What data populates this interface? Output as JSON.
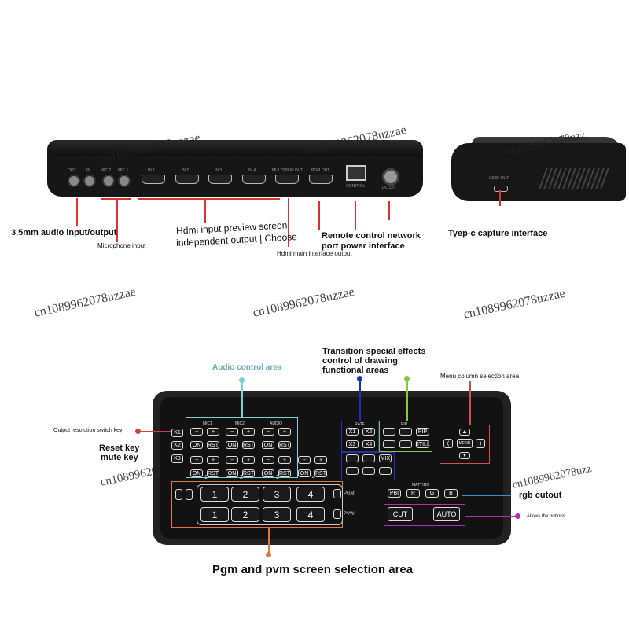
{
  "watermark": "cn1089962078uzzae",
  "watermark_alt": "cn1089962078uzz",
  "top_labels": {
    "audio_io": "3.5mm audio input/output",
    "microphone": "Microphone input",
    "hdmi_preview_1": "Hdmi input preview screen",
    "hdmi_preview_2": "independent output | Choose",
    "hdmi_main": "Hdmi main interface output",
    "remote_1": "Remote control network",
    "remote_2": "port power interface",
    "typec": "Tyep-c capture interface"
  },
  "back_ports": [
    "OUT",
    "IN",
    "MIC 2",
    "MIC 1",
    "IN 1",
    "IN 2",
    "IN 3",
    "IN 4",
    "MULTIVIEW OUT",
    "PGM OUT",
    "CONTROL",
    "DC 12V"
  ],
  "side_ports": "USB3 OUT",
  "panel_labels": {
    "audio_area": "Audio control area",
    "transition_1": "Transition special effects",
    "transition_2": "control of drawing",
    "transition_3": "functional areas",
    "menu_area": "Menu column selection area",
    "output_res": "Output resolution switch key",
    "reset": "Reset key",
    "mute": "mute key",
    "rgb": "rgb cutout",
    "allows": "Allows the buttons",
    "pgm_pvm": "Pgm and pvm screen selection area"
  },
  "keys": {
    "k1": "K1",
    "k2": "K2",
    "k3": "K3",
    "mic1": "MIC1",
    "mic2": "MIC2",
    "audio": "AUDIO",
    "minus": "−",
    "plus": "+",
    "on": "ON",
    "rst": "RST",
    "ch1": "1",
    "ch2": "2",
    "ch3": "3",
    "ch4": "4",
    "rate": "RATE",
    "x1": "X1",
    "x2": "X2",
    "x3": "X3",
    "x4": "X4",
    "pip": "PIP",
    "still": "STILL",
    "mix": "MIX",
    "pip_title": "PIP",
    "menu": "MENU",
    "matting": "MATTING",
    "pbi": "PBI",
    "r": "R",
    "g": "G",
    "b": "B",
    "cut": "CUT",
    "auto": "AUTO",
    "pgm": "PGM",
    "pvw": "PVW",
    "n1": "1",
    "n2": "2",
    "n3": "3",
    "n4": "4"
  },
  "colors": {
    "audio_box": "#7fd0d0",
    "transition_box": "#2233aa",
    "pip_box": "#88c840",
    "menu_box": "#d05050",
    "output_key": "#d04040",
    "rgb_box": "#3a8fd0",
    "allows_box": "#b030b0",
    "pgm_box": "#e07a3a"
  }
}
